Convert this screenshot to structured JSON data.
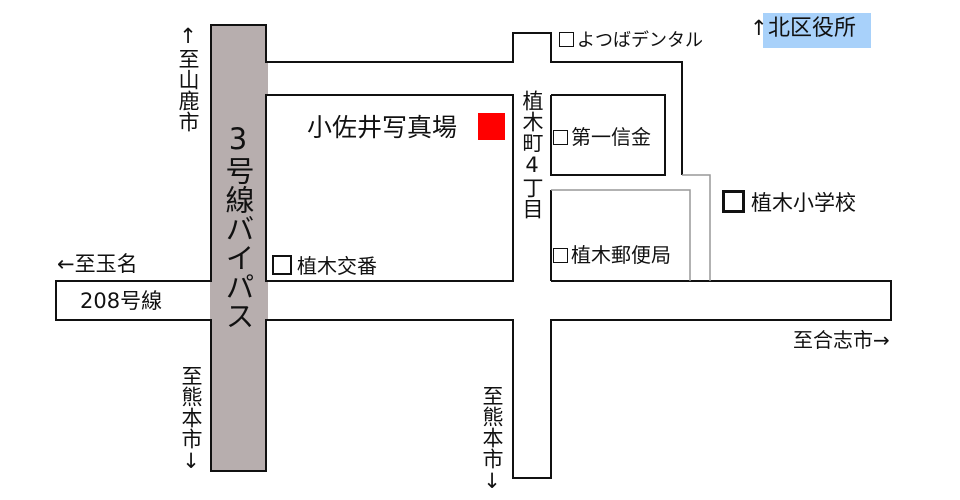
{
  "colors": {
    "bypass": "#b7aeae",
    "marker": "#ff0000",
    "highlight": "#a8d1fa",
    "road_line": "#111111",
    "minor_line": "#999999"
  },
  "labels": {
    "to_yamaga": "↑至山鹿市",
    "bypass": "3号線バイパス",
    "studio": "小佐井写真場",
    "dental": "よつばデンタル",
    "ward_office_arrow": "↑",
    "ward_office": "北区役所",
    "town": "植木町4丁目",
    "bank": "第一信金",
    "school": "植木小学校",
    "post_office": "植木郵便局",
    "police_box": "植木交番",
    "to_tamana": "←至玉名",
    "route208": "208号線",
    "to_kumamoto_left": "至熊本市↓",
    "to_kumamoto_right": "至熊本市↓",
    "to_koshi": "至合志市→"
  }
}
